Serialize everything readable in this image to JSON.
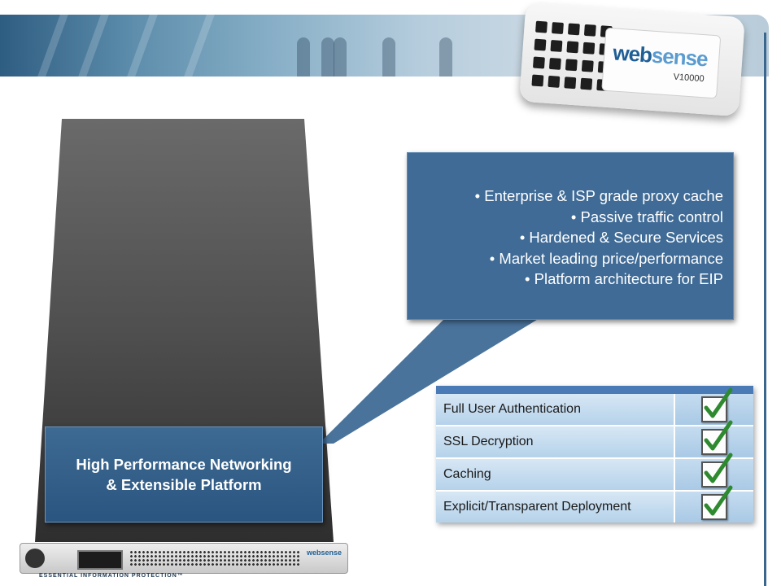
{
  "appliance": {
    "brand_a": "web",
    "brand_b": "sense",
    "model": "V10000"
  },
  "callout": {
    "bullets": [
      "• Enterprise & ISP grade proxy cache",
      "• Passive traffic control",
      "• Hardened & Secure Services",
      "• Market leading price/performance",
      "• Platform architecture for EIP"
    ]
  },
  "platform_box": {
    "line1": "High Performance Networking",
    "line2": "& Extensible Platform"
  },
  "features": {
    "rows": [
      {
        "label": "Full User Authentication",
        "checked": true
      },
      {
        "label": "SSL Decryption",
        "checked": true
      },
      {
        "label": "Caching",
        "checked": true
      },
      {
        "label": "Explicit/Transparent Deployment",
        "checked": true
      }
    ]
  },
  "footer": {
    "tagline": "ESSENTIAL INFORMATION PROTECTION™",
    "server_logo": "websense"
  },
  "colors": {
    "accent": "#3f6b96",
    "table_header": "#4a7bb7",
    "check_green": "#2e8a2e"
  }
}
